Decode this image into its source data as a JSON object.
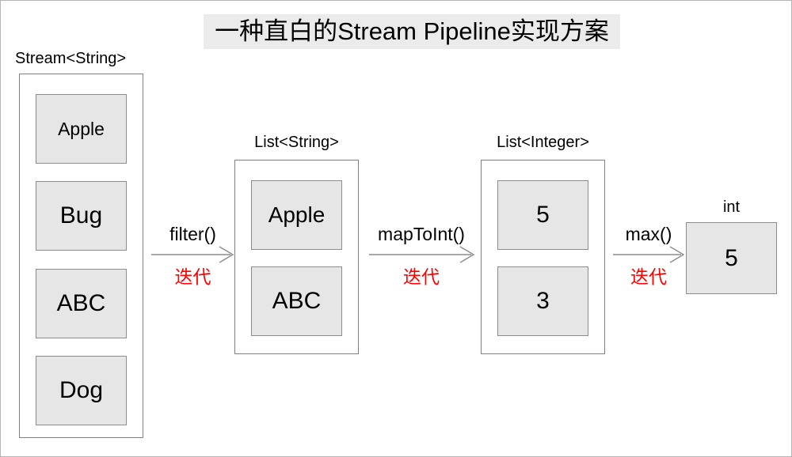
{
  "diagram": {
    "title": "一种直白的Stream Pipeline实现方案",
    "title_highlight_color": "#EBEBEB",
    "background_color": "#FFFFFF",
    "cell_fill_color": "#E6E6E6",
    "cell_border_color": "#8C8C8C",
    "container_border_color": "#7F7F7F",
    "arrow_color": "#808080",
    "annotation_color": "#FF0000"
  },
  "stages": [
    {
      "id": "stage-stream",
      "label": "Stream<String>",
      "kind": "container",
      "items": [
        {
          "text": "Apple",
          "size": "small"
        },
        {
          "text": "Bug",
          "size": "large"
        },
        {
          "text": "ABC",
          "size": "large"
        },
        {
          "text": "Dog",
          "size": "large"
        }
      ]
    },
    {
      "id": "stage-list-string",
      "label": "List<String>",
      "kind": "container",
      "items": [
        {
          "text": "Apple",
          "size": "medium"
        },
        {
          "text": "ABC",
          "size": "large"
        }
      ]
    },
    {
      "id": "stage-list-integer",
      "label": "List<Integer>",
      "kind": "container",
      "items": [
        {
          "text": "5",
          "size": "large"
        },
        {
          "text": "3",
          "size": "large"
        }
      ]
    },
    {
      "id": "stage-int",
      "label": "int",
      "kind": "single",
      "items": [
        {
          "text": "5",
          "size": "large"
        }
      ]
    }
  ],
  "arrows": [
    {
      "id": "arrow-filter",
      "operation": "filter()",
      "annotation": "迭代"
    },
    {
      "id": "arrow-maptoint",
      "operation": "mapToInt()",
      "annotation": "迭代"
    },
    {
      "id": "arrow-max",
      "operation": "max()",
      "annotation": "迭代"
    }
  ]
}
